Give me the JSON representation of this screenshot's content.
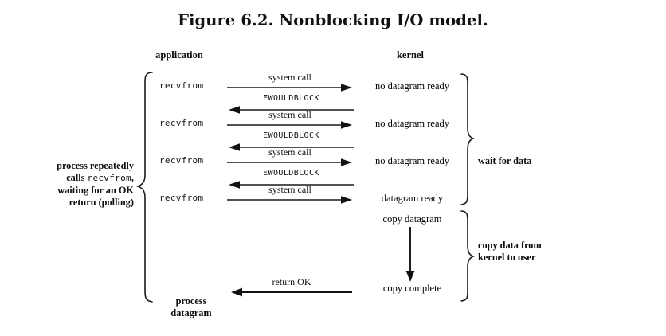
{
  "figure": {
    "title": "Figure 6.2. Nonblocking I/O model.",
    "columns": {
      "application": "application",
      "kernel": "kernel"
    }
  },
  "left_description": {
    "line1": "process repeatedly",
    "line2_prefix": "calls ",
    "line2_mono": "recvfrom",
    "line2_suffix": ",",
    "line3": "waiting for an OK",
    "line4": "return (polling)"
  },
  "rows": [
    {
      "call": "recvfrom",
      "request_label": "system call",
      "reply_label": "EWOULDBLOCK",
      "kernel_state": "no datagram ready"
    },
    {
      "call": "recvfrom",
      "request_label": "system call",
      "reply_label": "EWOULDBLOCK",
      "kernel_state": "no datagram ready"
    },
    {
      "call": "recvfrom",
      "request_label": "system call",
      "reply_label": "EWOULDBLOCK",
      "kernel_state": "no datagram ready"
    },
    {
      "call": "recvfrom",
      "request_label": "system call",
      "reply_label": null,
      "kernel_state": "datagram ready"
    }
  ],
  "copy_phase": {
    "start_label": "copy datagram",
    "end_label": "copy complete",
    "return_label": "return OK"
  },
  "bottom": {
    "line1": "process",
    "line2": "datagram"
  },
  "braces": {
    "wait_for_data": "wait for data",
    "copy_data_line1": "copy data from",
    "copy_data_line2": "kernel to user"
  },
  "colors": {
    "ink": "#0d0d0d",
    "line": "#3a3a3a",
    "background": "#ffffff"
  }
}
